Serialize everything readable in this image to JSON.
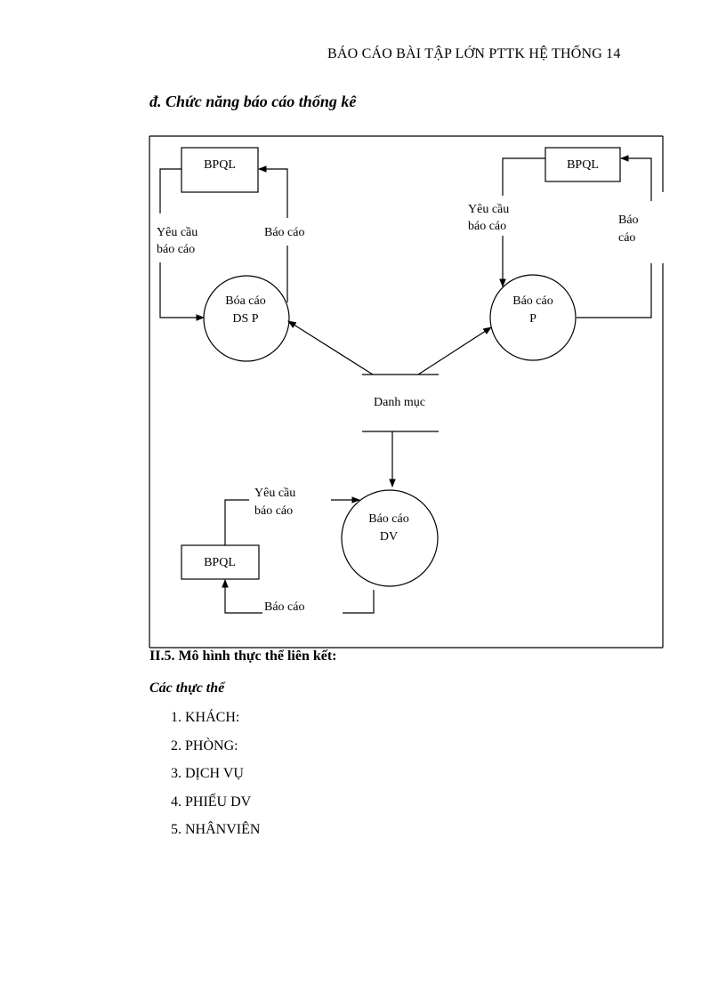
{
  "header": {
    "text": "BÁO CÁO BÀI TẬP LỚN PTTK HỆ THỐNG  14"
  },
  "section_title": "đ.  Chức năng báo cáo thống kê",
  "diagram": {
    "bpql_left": "BPQL",
    "bpql_right": "BPQL",
    "bpql_bottom": "BPQL",
    "req_left_1": "Yêu cầu",
    "req_left_2": "báo cáo",
    "rep_left": "Báo cáo",
    "req_right_1": "Yêu cầu",
    "req_right_2": "báo cáo",
    "rep_right_1": "Báo",
    "rep_right_2": "cáo",
    "proc_left_1": "Bóa cáo",
    "proc_left_2": "DS P",
    "proc_right_1": "Báo cáo",
    "proc_right_2": "P",
    "store": "Danh mục",
    "req_bottom_1": "Yêu cầu",
    "req_bottom_2": "báo cáo",
    "proc_bottom_1": "Báo cáo",
    "proc_bottom_2": "DV",
    "rep_bottom": "Báo cáo"
  },
  "erm_title": "II.5. Mô hình thực thể liên kết:",
  "entities_title": "Các thực thể",
  "entities": [
    "1.  KHÁCH:",
    "2. PHÒNG:",
    "3. DỊCH VỤ",
    "4. PHIẾU DV",
    "5. NHÂNVIÊN"
  ]
}
